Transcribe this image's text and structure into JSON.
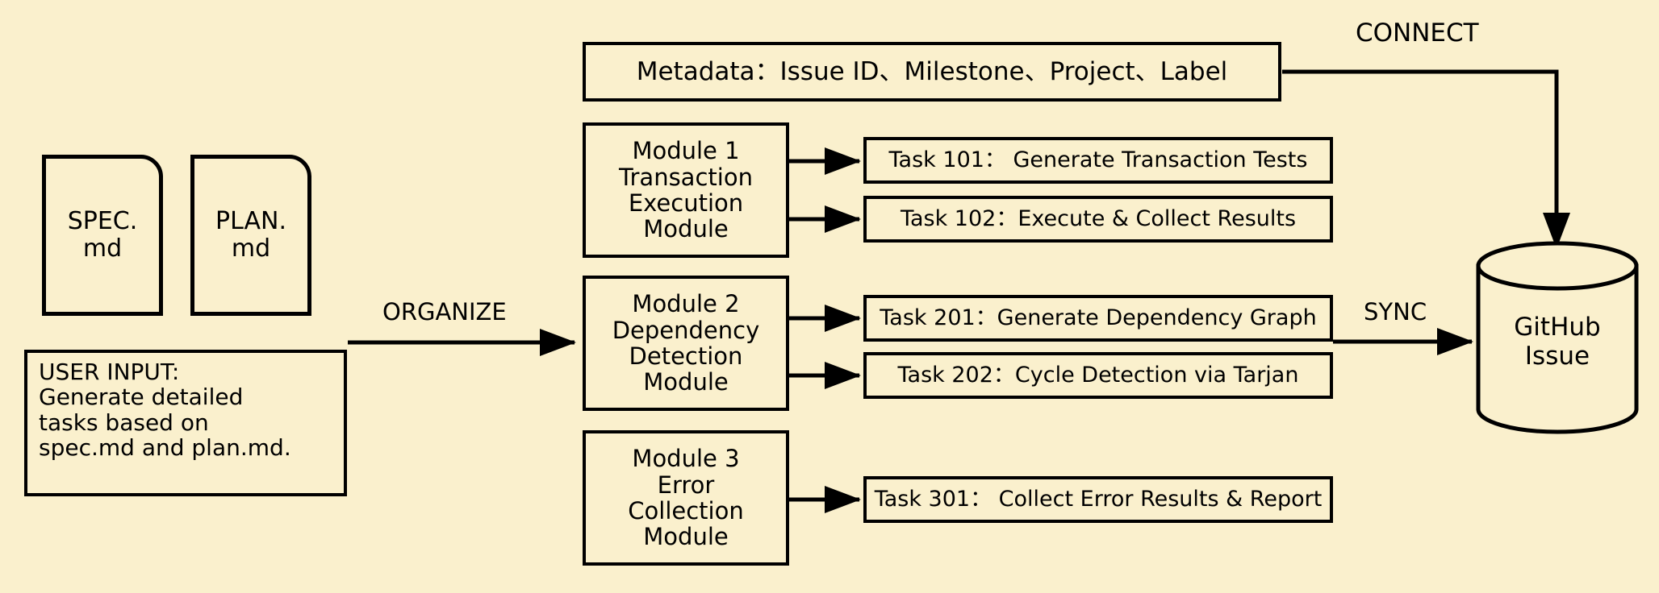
{
  "diagram": {
    "title": "Spec-to-GitHub-Issue task organization flow",
    "background_color": "#faf0cd",
    "line_color": "#000000",
    "inputs": [
      {
        "id": "spec",
        "label": "SPEC.\nmd",
        "shape": "document"
      },
      {
        "id": "plan",
        "label": "PLAN.\nmd",
        "shape": "document"
      }
    ],
    "user_input": {
      "id": "user-input",
      "label": "USER INPUT:\nGenerate detailed\ntasks based on\nspec.md and plan.md.",
      "shape": "rect"
    },
    "metadata": {
      "id": "metadata",
      "label": "Metadata：Issue ID、Milestone、Project、Label",
      "shape": "rect"
    },
    "modules": [
      {
        "id": "module-1",
        "label": "Module 1\nTransaction\nExecution\nModule"
      },
      {
        "id": "module-2",
        "label": "Module 2\nDependency\nDetection\nModule"
      },
      {
        "id": "module-3",
        "label": "Module 3\nError\nCollection\nModule"
      }
    ],
    "tasks": [
      {
        "id": "task-101",
        "label": "Task 101： Generate Transaction Tests",
        "module": "module-1"
      },
      {
        "id": "task-102",
        "label": "Task 102：Execute & Collect Results",
        "module": "module-1"
      },
      {
        "id": "task-201",
        "label": "Task 201：Generate Dependency Graph",
        "module": "module-2"
      },
      {
        "id": "task-202",
        "label": "Task 202：Cycle Detection via Tarjan",
        "module": "module-2"
      },
      {
        "id": "task-301",
        "label": "Task 301： Collect Error Results & Report",
        "module": "module-3"
      }
    ],
    "datastore": {
      "id": "github-issue",
      "label": "GitHub\nIssue",
      "shape": "cylinder"
    },
    "edge_labels": [
      {
        "id": "organize",
        "label": "ORGANIZE"
      },
      {
        "id": "connect",
        "label": "CONNECT"
      },
      {
        "id": "sync",
        "label": "SYNC"
      }
    ]
  }
}
